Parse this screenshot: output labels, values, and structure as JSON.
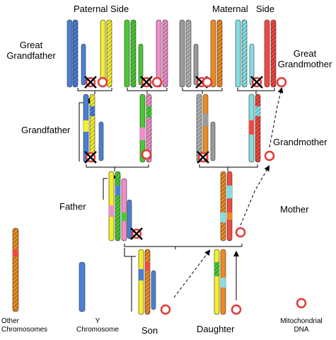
{
  "headings": {
    "paternal": "Paternal Side",
    "maternal": "Maternal",
    "side": "Side"
  },
  "generations": {
    "great_grandfather": [
      "Great",
      "Grandfather"
    ],
    "great_grandmother": [
      "Great",
      "Grandmother"
    ],
    "grandfather": "Grandfather",
    "grandmother": "Grandmother",
    "father": "Father",
    "mother": "Mother",
    "son": "Son",
    "daughter": "Daughter"
  },
  "legend": {
    "other": [
      "Other",
      "Chromosomes"
    ],
    "y": [
      "Y",
      "Chromosome"
    ],
    "mito": [
      "Mitochondrial",
      "DNA"
    ]
  },
  "colors": {
    "blue": "#4a7fd4",
    "yellow": "#f5ee2a",
    "green": "#49c832",
    "pink": "#f08ec8",
    "grey": "#9a9a9a",
    "orange": "#ef8a20",
    "cyan": "#86dde2",
    "red": "#ee4a40",
    "mito_ring": "#e03a3a",
    "cross": "#000000"
  }
}
